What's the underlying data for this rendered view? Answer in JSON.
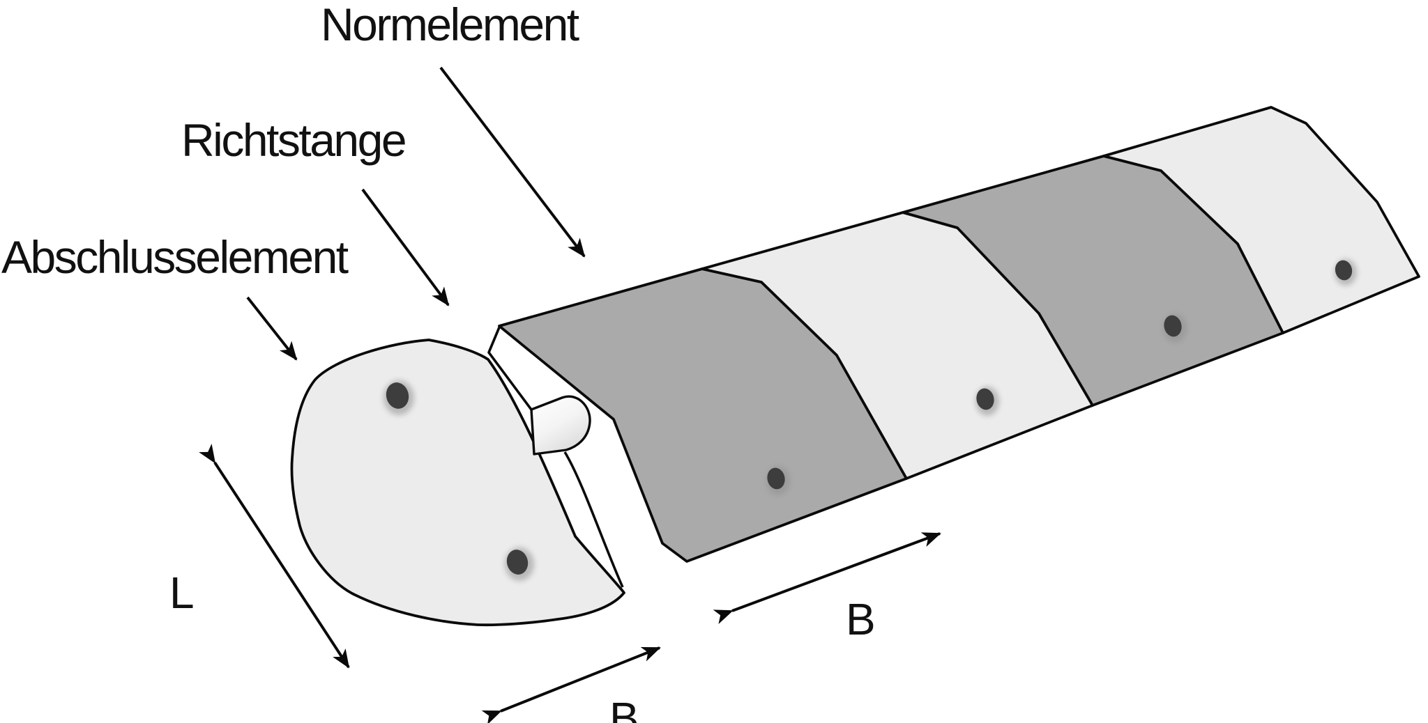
{
  "figure": {
    "type": "technical-illustration",
    "subject": "modular speed bump assembly in perspective view",
    "labels": {
      "norm_element": "Normelement",
      "guide_rod": "Richtstange",
      "end_element": "Abschlusselement"
    },
    "dimensions": {
      "length_label": "L",
      "width_label": "B"
    },
    "components": {
      "segment_count": 4,
      "bolt_hole_count": 6,
      "end_cap_count": 1,
      "rod_count": 1
    }
  },
  "colors": {
    "background": "#ffffff",
    "dark_segment": "#aaaaaa",
    "light_segment": "#ececec",
    "end_cap": "#ececec",
    "outline": "#0a0a0a",
    "hole_core": "#3d3d3d",
    "hole_halo": "#8f8f8f",
    "text": "#111111"
  }
}
